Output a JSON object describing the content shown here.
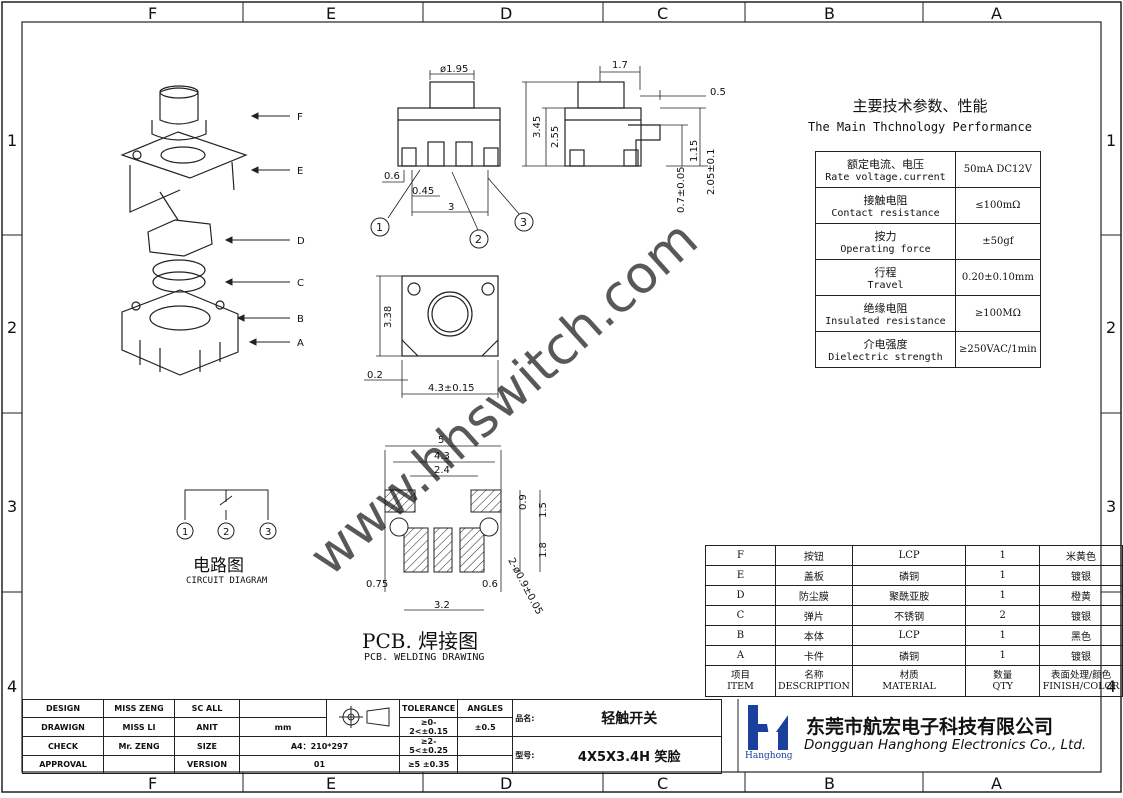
{
  "border": {
    "top_letters": [
      "F",
      "E",
      "D",
      "C",
      "B",
      "A"
    ],
    "bottom_letters": [
      "F",
      "E",
      "D",
      "C",
      "B",
      "A"
    ],
    "side_numbers": [
      "1",
      "2",
      "3",
      "4"
    ]
  },
  "exploded": {
    "labels": [
      "F",
      "E",
      "D",
      "C",
      "B",
      "A"
    ]
  },
  "views": {
    "front": {
      "dia": "ø1.95",
      "d1": "0.6",
      "d2": "0.45",
      "d3": "3",
      "pins": [
        "1",
        "2",
        "3"
      ]
    },
    "side": {
      "d_top": "1.7",
      "d_right": "0.5",
      "h_total": "3.45",
      "h_body": "2.55",
      "h_a": "2.05±0.1",
      "h_b": "1.15",
      "h_c": "0.7±0.05"
    },
    "top": {
      "h": "3.38",
      "d_left": "0.2",
      "w": "4.3±0.15"
    },
    "pcb": {
      "w5": "5",
      "w43": "4.3",
      "w24": "2.4",
      "h09": "0.9",
      "h15": "1.5",
      "h18": "1.8",
      "d075": "0.75",
      "d06": "0.6",
      "d32": "3.2",
      "hole": "2-ø0.9±0.05"
    }
  },
  "watermark": "www.hhswitch.com",
  "circuit": {
    "title_cn": "电路图",
    "title_en": "CIRCUIT DIAGRAM",
    "pins": [
      "1",
      "2",
      "3"
    ]
  },
  "pcb_title": {
    "cn": "PCB. 焊接图",
    "en": "PCB. WELDING DRAWING"
  },
  "spec": {
    "title_cn": "主要技术参数、性能",
    "title_en": "The Main Thchnology Performance",
    "rows": [
      {
        "cn": "额定电流、电压",
        "en": "Rate voltage.current",
        "value": "50mA DC12V"
      },
      {
        "cn": "接触电阻",
        "en": "Contact resistance",
        "value": "≤100mΩ"
      },
      {
        "cn": "按力",
        "en": "Operating force",
        "value": "±50gf"
      },
      {
        "cn": "行程",
        "en": "Travel",
        "value": "0.20±0.10mm"
      },
      {
        "cn": "绝缘电阻",
        "en": "Insulated resistance",
        "value": "≥100MΩ"
      },
      {
        "cn": "介电强度",
        "en": "Dielectric strength",
        "value": "≥250VAC/1min"
      }
    ]
  },
  "bom": {
    "rows": [
      [
        "F",
        "按钮",
        "LCP",
        "1",
        "米黄色"
      ],
      [
        "E",
        "盖板",
        "磷铜",
        "1",
        "镀银"
      ],
      [
        "D",
        "防尘膜",
        "聚酰亚胺",
        "1",
        "橙黄"
      ],
      [
        "C",
        "弹片",
        "不锈钢",
        "2",
        "镀银"
      ],
      [
        "B",
        "本体",
        "LCP",
        "1",
        "黑色"
      ],
      [
        "A",
        "卡件",
        "磷铜",
        "1",
        "镀银"
      ]
    ],
    "header": [
      {
        "cn": "项目",
        "en": "ITEM"
      },
      {
        "cn": "名称",
        "en": "DESCRIPTION"
      },
      {
        "cn": "材质",
        "en": "MATERIAL"
      },
      {
        "cn": "数量",
        "en": "QTY"
      },
      {
        "cn": "表面处理/颜色",
        "en": "FINISH/COLOR"
      }
    ]
  },
  "title_block": {
    "design": "DESIGN",
    "design_name": "MISS ZENG",
    "sc_all": "SC ALL",
    "drawign": "DRAWIGN",
    "drawign_name": "MISS LI",
    "anit": "ANIT",
    "mm": "mm",
    "check": "CHECK",
    "check_name": "Mr. ZENG",
    "size": "SIZE",
    "size_val": "A4：210*297",
    "approval": "APPROVAL",
    "version": "VERSION",
    "version_val": "01",
    "tolerance": "TOLERANCE",
    "angles": "ANGLES",
    "tol1": "≥0-2<±0.15",
    "tol2": "≥2-5<±0.25",
    "tol3": "≥5 ±0.35",
    "ang1": "±0.5",
    "pin_label": "品名:",
    "pin_value": "轻触开关",
    "model_label": "型号:",
    "model_value": "4X5X3.4H 笑脸"
  },
  "company": {
    "cn": "东莞市航宏电子科技有限公司",
    "en": "Dongguan Hanghong Electronics Co., Ltd.",
    "logo_text": "Hanghong"
  },
  "colors": {
    "logo_blue": "#1a3f9c",
    "watermark": "#b0b0b0"
  }
}
